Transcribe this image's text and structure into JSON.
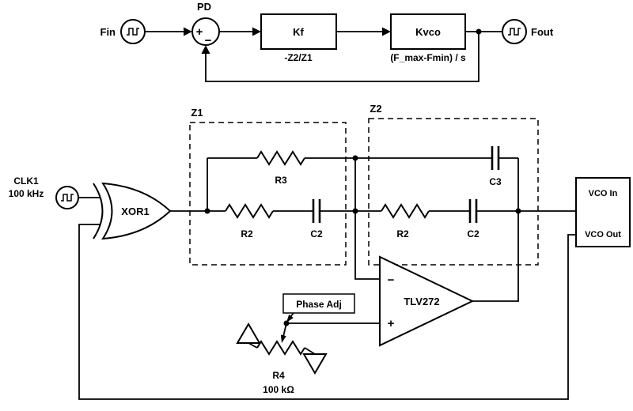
{
  "block_diagram": {
    "input_label": "Fin",
    "output_label": "Fout",
    "phase_detector_label": "PD",
    "summing_plus": "+",
    "summing_minus": "−",
    "kf_block": {
      "title": "Kf",
      "transfer": "-Z2/Z1"
    },
    "kvco_block": {
      "title": "Kvco",
      "transfer": "(F_max-Fmin) / s"
    }
  },
  "circuit": {
    "clock_source": {
      "name": "CLK1",
      "frequency": "100 kHz"
    },
    "xor_gate": "XOR1",
    "z1_box": {
      "label": "Z1",
      "r3": "R3",
      "r2": "R2",
      "c2": "C2"
    },
    "z2_box": {
      "label": "Z2",
      "r2": "R2",
      "c2": "C2",
      "c3": "C3"
    },
    "opamp": {
      "label": "TLV272",
      "inverting": "−",
      "noninverting": "+"
    },
    "phase_adj": "Phase Adj",
    "potentiometer": {
      "name": "R4",
      "value": "100 kΩ"
    },
    "vco_block": {
      "input": "VCO In",
      "output": "VCO Out"
    }
  }
}
